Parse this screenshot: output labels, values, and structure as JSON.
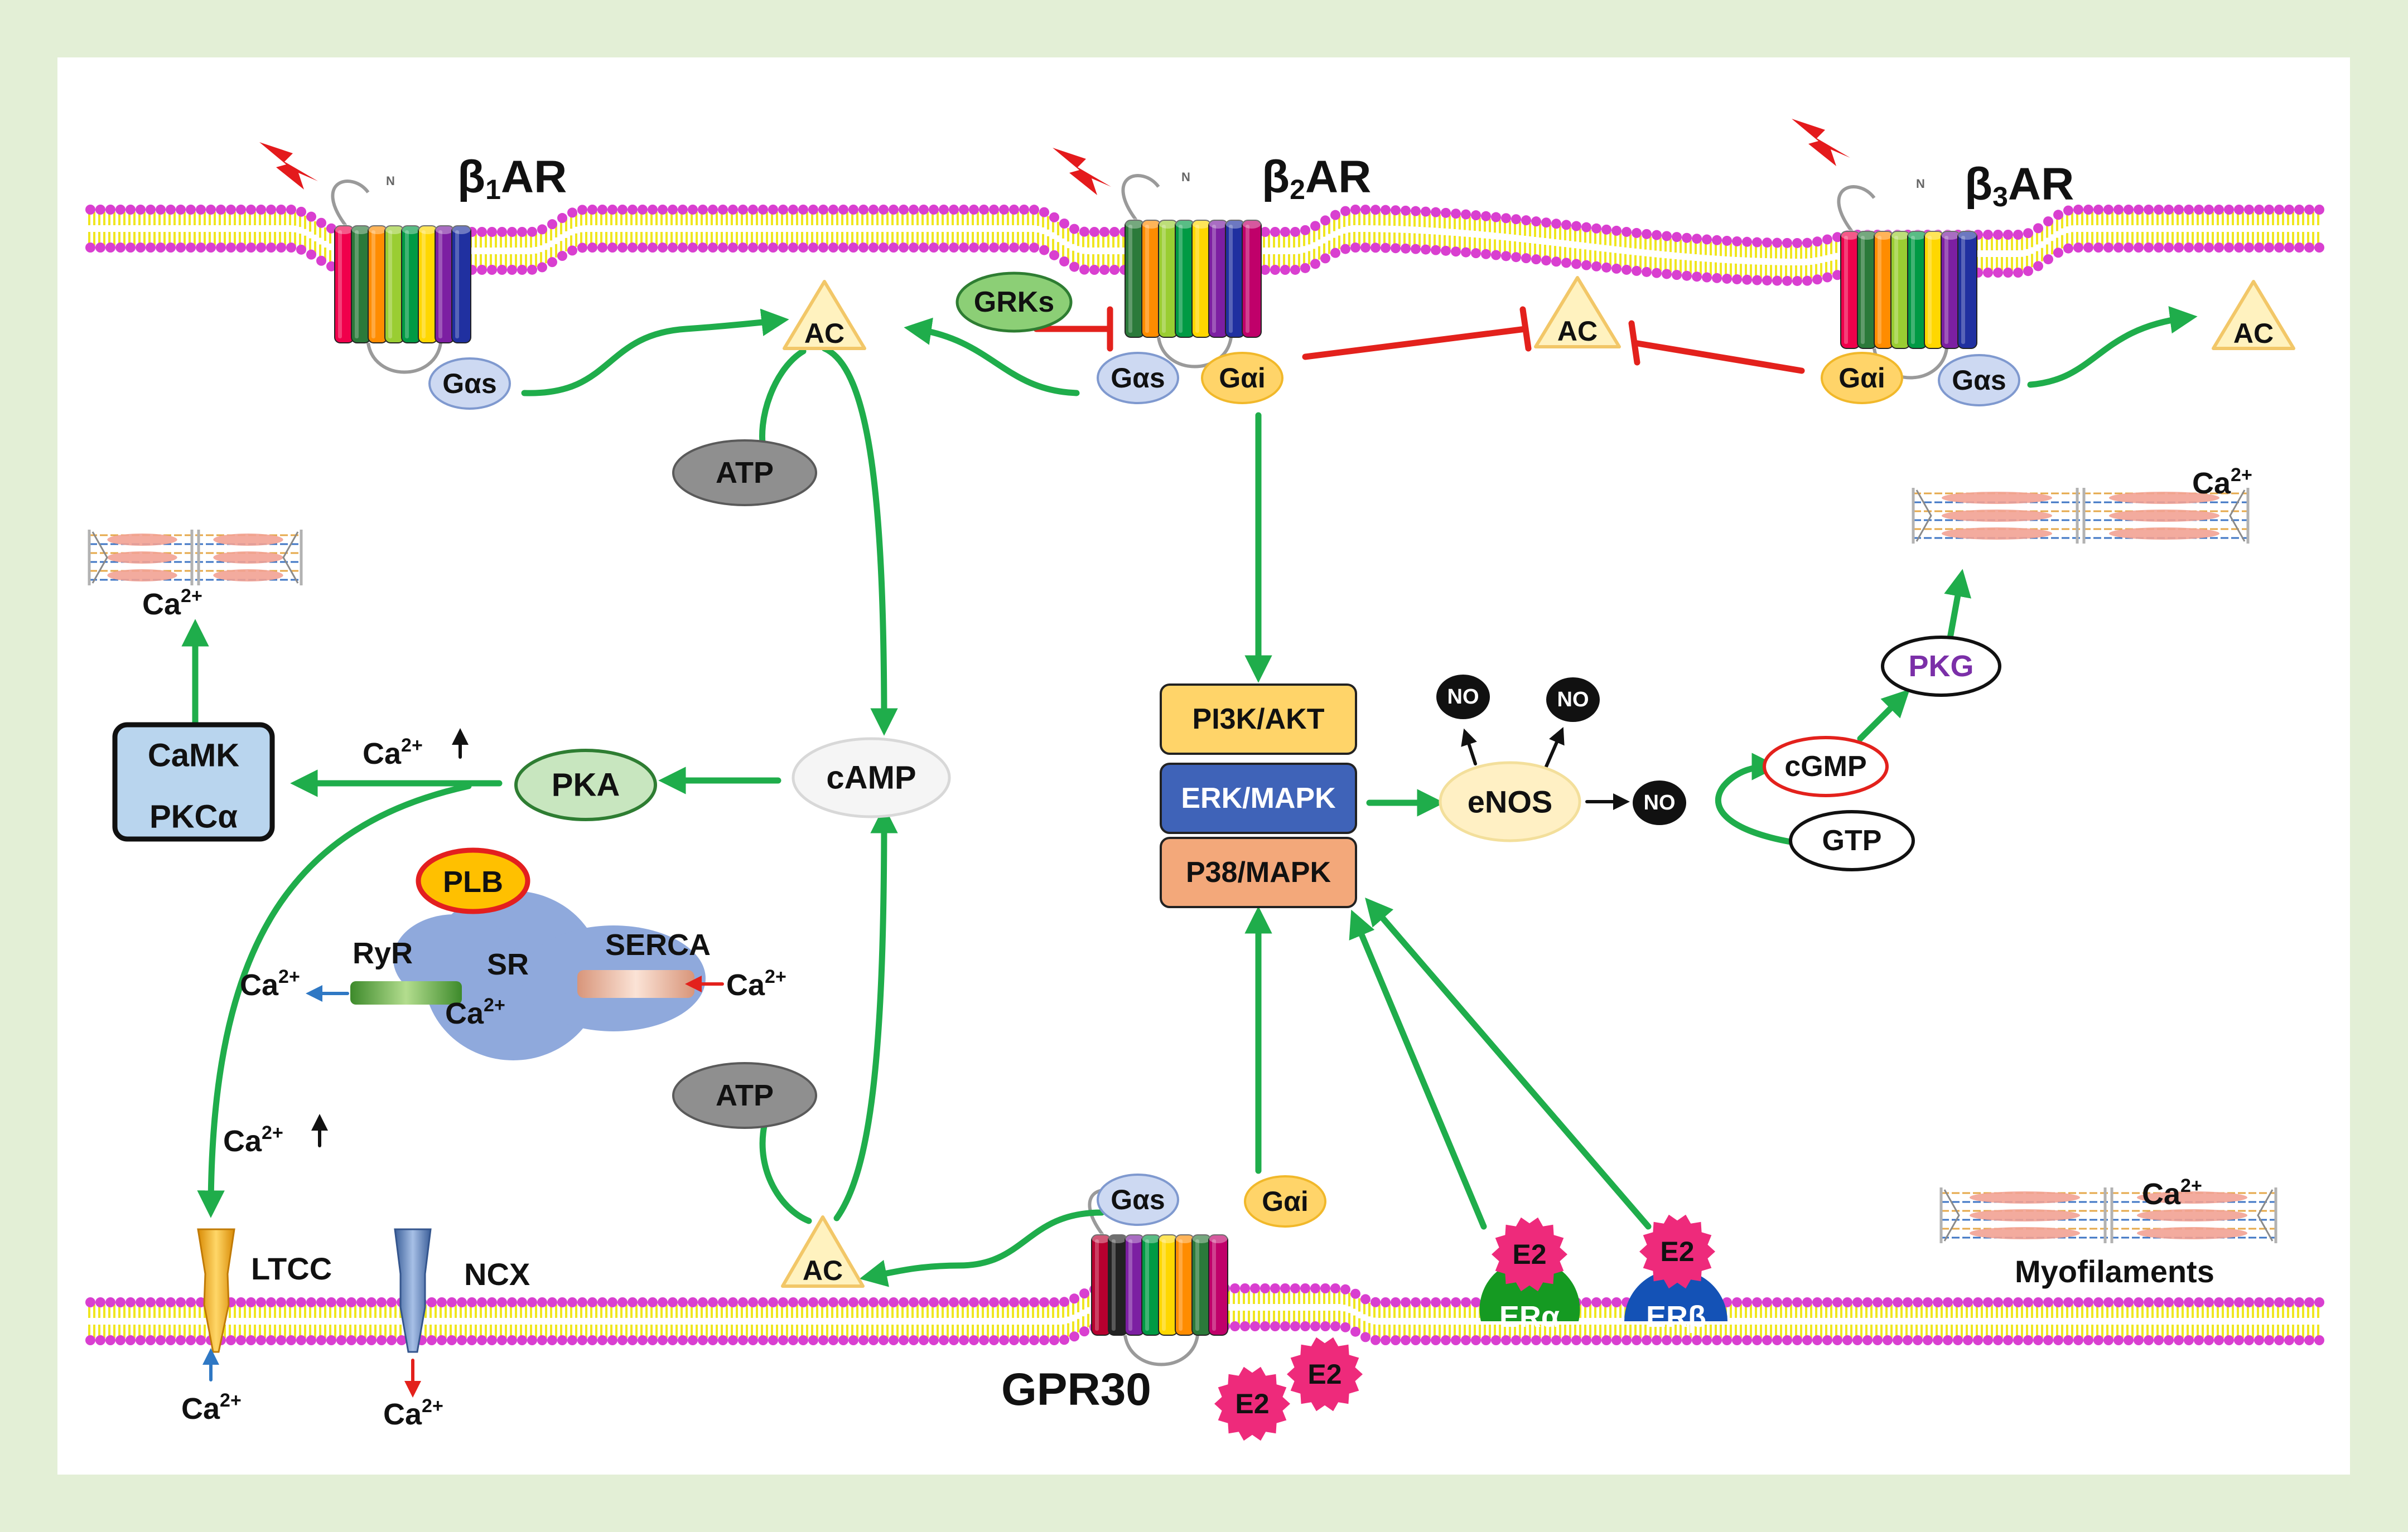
{
  "receptors": {
    "b1": {
      "sym": "β",
      "sub": "1",
      "suf": "AR"
    },
    "b2": {
      "sym": "β",
      "sub": "2",
      "suf": "AR"
    },
    "b3": {
      "sym": "β",
      "sub": "3",
      "suf": "AR"
    },
    "gpr30": "GPR30",
    "n_terminal": "N"
  },
  "gproteins": {
    "gas": "Gαs",
    "gai": "Gαi"
  },
  "enzymes": {
    "ac": "AC",
    "grks": "GRKs",
    "atp": "ATP",
    "camp": "cAMP",
    "pka": "PKA",
    "camk": "CaMK",
    "pkca": "PKCα",
    "plb": "PLB",
    "sr": "SR",
    "ryr": "RyR",
    "serca": "SERCA"
  },
  "kinases": {
    "pi3k": "PI3K/AKT",
    "erk": "ERK/MAPK",
    "p38": "P38/MAPK"
  },
  "no_pathway": {
    "enos": "eNOS",
    "no": "NO",
    "cgmp": "cGMP",
    "gtp": "GTP",
    "pkg": "PKG"
  },
  "channels": {
    "ltcc": "LTCC",
    "ncx": "NCX"
  },
  "estrogen": {
    "e2": "E2",
    "era": "ERα",
    "erb": "ERβ"
  },
  "ion": {
    "ca": "Ca",
    "charge": "2+"
  },
  "myofilaments_label": "Myofilaments",
  "colors": {
    "activation": "#1fad4b",
    "inhibition": "#e3211c",
    "membrane_head": "#d93fd0",
    "membrane_tail": "#f0e620",
    "background": "#e3efd6",
    "panel": "#ffffff"
  }
}
